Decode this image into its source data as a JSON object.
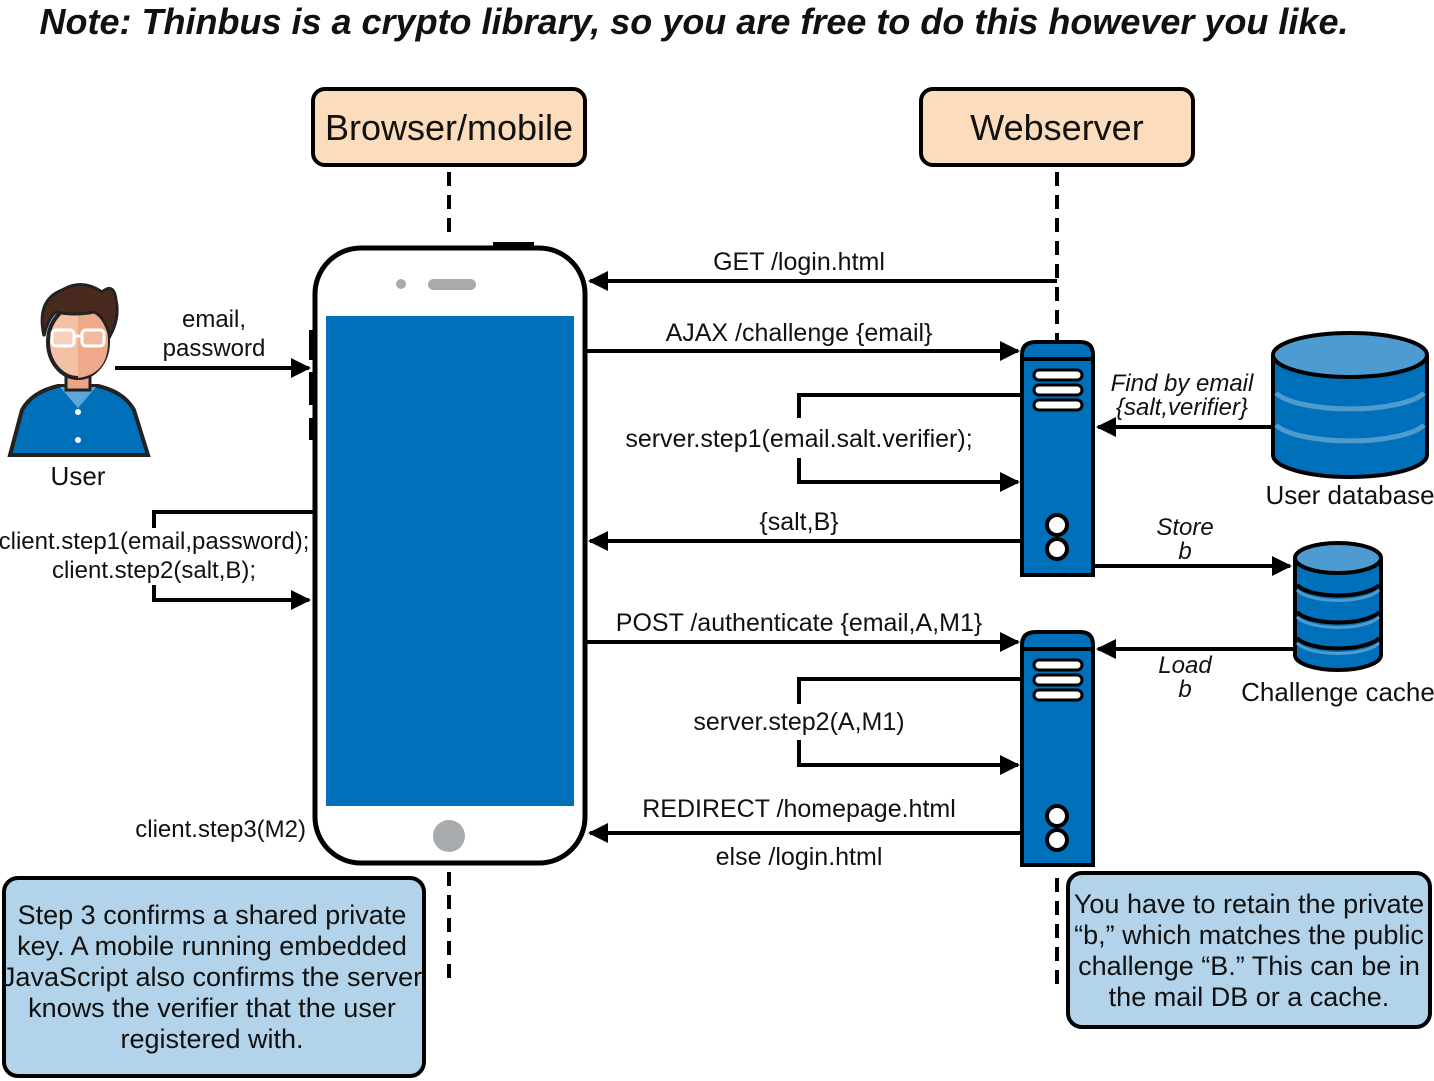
{
  "title": "Note: Thinbus is a crypto library, so you are free to do this however you like.",
  "lifelines": {
    "client": "Browser/mobile",
    "server": "Webserver"
  },
  "actors": {
    "user": "User",
    "user_database": "User database",
    "challenge_cache": "Challenge cache"
  },
  "messages": {
    "user_input": [
      "email,",
      "password"
    ],
    "get_login": "GET /login.html",
    "ajax_challenge": "AJAX /challenge {email}",
    "find_by_email": [
      "Find by email",
      "{salt,verifier}"
    ],
    "server_step1": "server.step1(email.salt.verifier);",
    "salt_b": "{salt,B}",
    "store_b": [
      "Store",
      "b"
    ],
    "client_steps": [
      "client.step1(email,password);",
      "client.step2(salt,B);"
    ],
    "post_authenticate": "POST /authenticate {email,A,M1}",
    "load_b": [
      "Load",
      "b"
    ],
    "server_step2": "server.step2(A,M1)",
    "redirect": "REDIRECT /homepage.html",
    "else_login": "else /login.html",
    "client_step3": "client.step3(M2)"
  },
  "notes": {
    "left": [
      "Step 3 confirms a shared private",
      "key. A mobile running embedded",
      "JavaScript also confirms the server",
      "knows the verifier that the user",
      "registered with."
    ],
    "right": [
      "You have to retain the private",
      "“b,” which matches the public",
      "challenge “B.” This can be in",
      "the mail DB or a cache."
    ]
  },
  "colors": {
    "header_fill": "#fbdcbd",
    "note_fill": "#b2d3e9",
    "primary_blue": "#0070bb",
    "light_blue": "#4d9bd0",
    "gray": "#a7abad"
  }
}
